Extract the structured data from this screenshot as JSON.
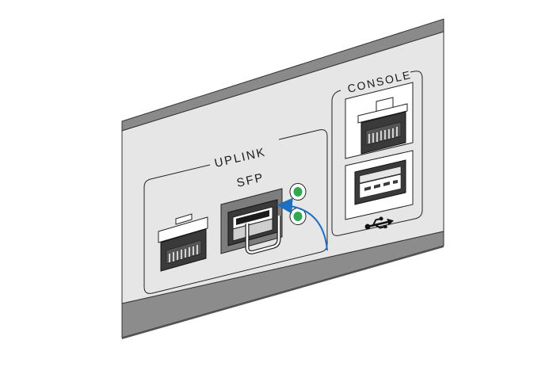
{
  "labels": {
    "uplink": "UPLINK",
    "sfp": "SFP",
    "console": "CONSOLE"
  },
  "icons": {
    "usb": "usb-icon",
    "arrow": "insertion-arrow-icon"
  },
  "colors": {
    "panel_face": "#e6e6e6",
    "panel_top": "#8a8a8a",
    "panel_bottom": "#8c8c8c",
    "led_green": "#2fa84f",
    "arrow_blue": "#1f6fc1",
    "port_dark": "#3a3a3a",
    "sfp_housing": "#7d7d7d"
  }
}
